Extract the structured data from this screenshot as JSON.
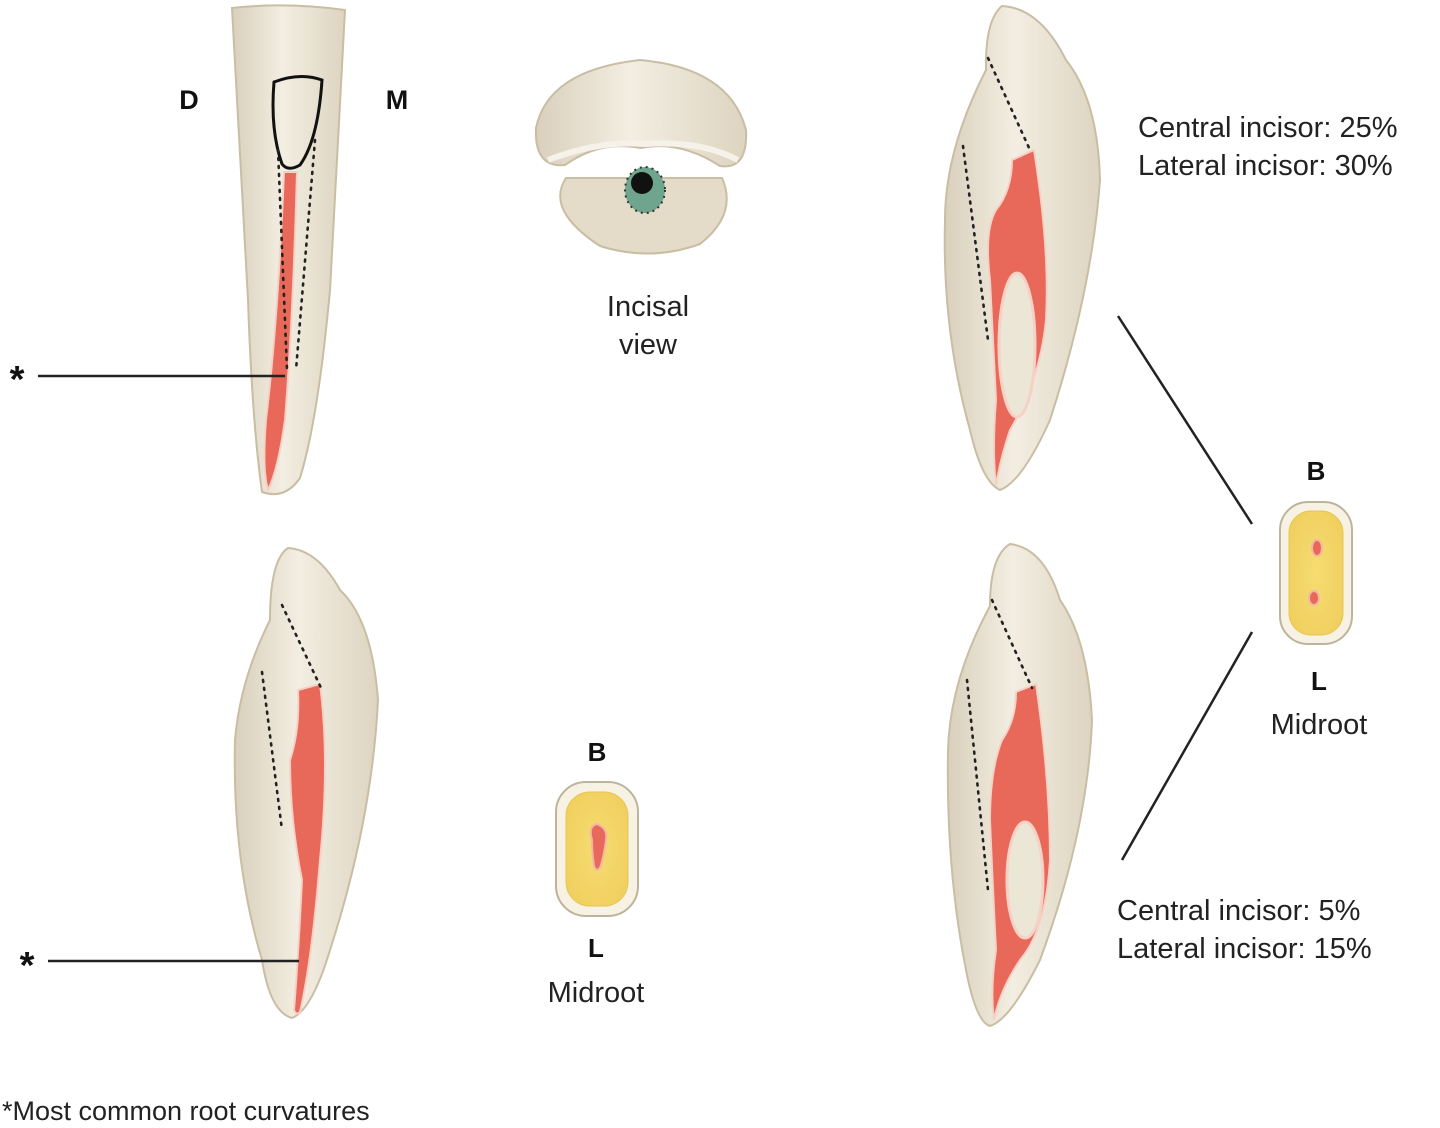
{
  "figure": {
    "labels": {
      "distal": "D",
      "mesial": "M",
      "incisal_view": [
        "Incisal",
        "view"
      ],
      "asterisk": "*",
      "buccal": "B",
      "lingual": "L",
      "midroot": "Midroot"
    },
    "upper_right_stats": {
      "central": "Central incisor: 25%",
      "lateral": "Lateral incisor: 30%"
    },
    "lower_right_stats": {
      "central": "Central incisor:   5%",
      "lateral": "Lateral incisor: 15%"
    },
    "footnote": "*Most common root curvatures",
    "colors": {
      "tooth": "#ece6d6",
      "pulp": "#e8685a",
      "dentin_section": "#f3d86e",
      "canal_outline": "#111111"
    }
  }
}
